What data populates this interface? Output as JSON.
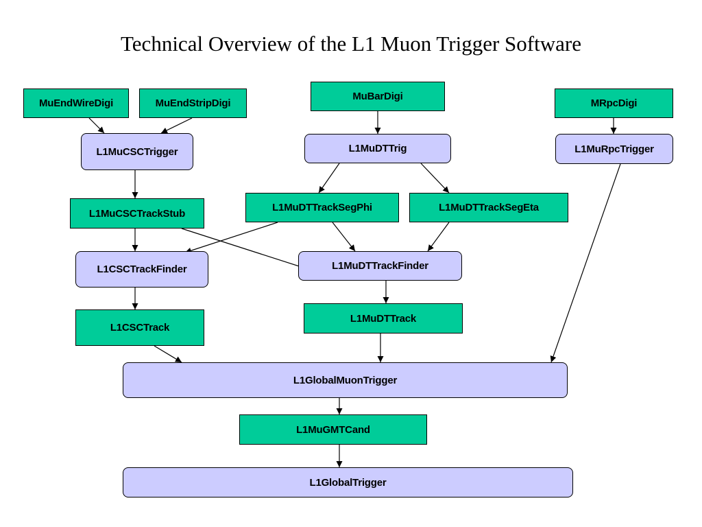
{
  "title": "Technical Overview of the L1 Muon Trigger Software",
  "nodes": {
    "muendwiredigi": "MuEndWireDigi",
    "muendstripdigi": "MuEndStripDigi",
    "mubardigi": "MuBarDigi",
    "mrpcdigi": "MRpcDigi",
    "l1mucsctrigger": "L1MuCSCTrigger",
    "l1mudttrig": "L1MuDTTrig",
    "l1murpctrigger": "L1MuRpcTrigger",
    "l1mucsctrackstub": "L1MuCSCTrackStub",
    "l1mudttracksegphi": "L1MuDTTrackSegPhi",
    "l1mudttracksegeta": "L1MuDTTrackSegEta",
    "l1csctrackfinder": "L1CSCTrackFinder",
    "l1mudttrackfinder": "L1MuDTTrackFinder",
    "l1csctrack": "L1CSCTrack",
    "l1mudttrack": "L1MuDTTrack",
    "l1globalmuontrigger": "L1GlobalMuonTrigger",
    "l1mugmtcand": "L1MuGMTCand",
    "l1globaltrigger": "L1GlobalTrigger"
  },
  "colors": {
    "data_box": "#00cc99",
    "process_box": "#ccccff",
    "arrow": "#000000"
  }
}
